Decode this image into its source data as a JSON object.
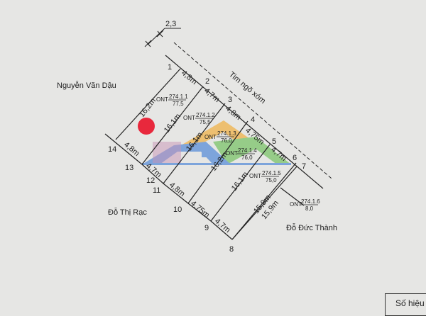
{
  "scale_mark": "2,3",
  "road_label": "Tim ngõ xóm",
  "neighbors": {
    "left": "Nguyễn Văn Dậu",
    "bottom_left": "Đỗ Thị Rạc",
    "bottom_right": "Đỗ Đức Thành"
  },
  "vertices": [
    "1",
    "2",
    "3",
    "4",
    "5",
    "6",
    "7",
    "8",
    "9",
    "10",
    "11",
    "12",
    "13",
    "14"
  ],
  "dimensions": {
    "top": [
      "4,8m",
      "4,7m",
      "4,8m",
      "4,75m",
      "4,7m"
    ],
    "bottom": [
      "4,8m",
      "4,7m",
      "4,8m",
      "4,75m",
      "4,7m"
    ],
    "depth": [
      "16,2m",
      "16,1m",
      "16,1m",
      "16,2m",
      "16,1m",
      "15,9m",
      "15,9m"
    ]
  },
  "parcels": [
    {
      "type": "ONT",
      "id": "274.1.1",
      "area": "77,5"
    },
    {
      "type": "ONT",
      "id": "274.1.2",
      "area": "75,5"
    },
    {
      "type": "ONT",
      "id": "274.1.3",
      "area": "76,0"
    },
    {
      "type": "ONT",
      "id": "274.1.4",
      "area": "76,0"
    },
    {
      "type": "ONT",
      "id": "274.1.5",
      "area": "75,0"
    },
    {
      "type": "ONT",
      "id": "274.1.6",
      "area": "8,0"
    }
  ],
  "footer_box": "Số hiệu",
  "colors": {
    "ink": "#222222",
    "marker": "#e8283c",
    "logo_blue": "#5b8fd8",
    "logo_orange": "#f0b24a",
    "logo_green": "#7cc46a"
  }
}
